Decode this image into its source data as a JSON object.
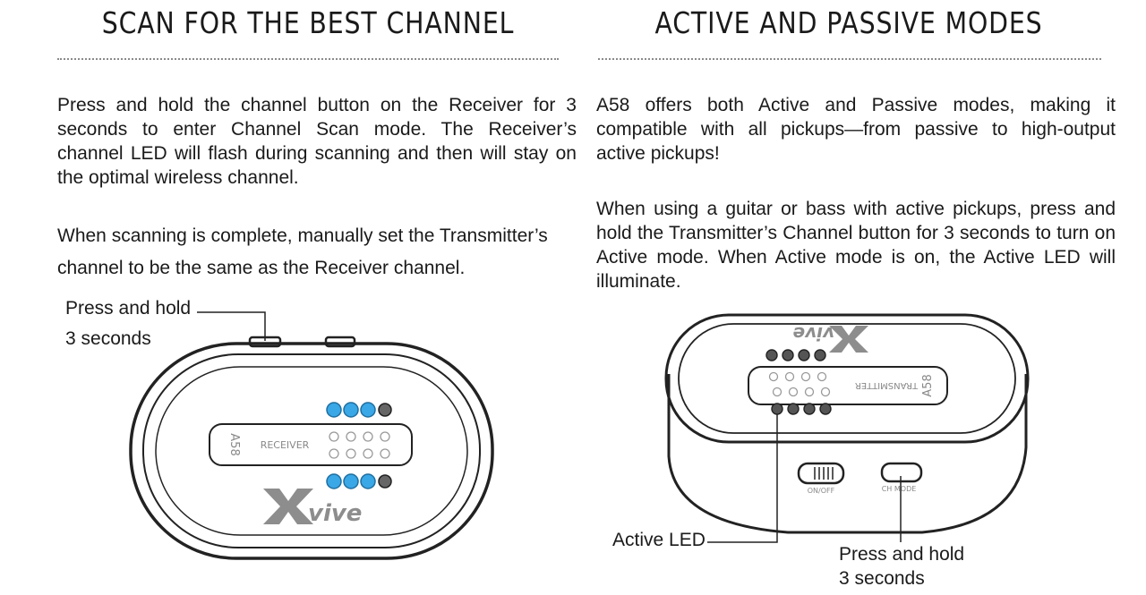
{
  "left": {
    "title": "SCAN FOR THE BEST CHANNEL",
    "paragraph1": "Press and hold the channel button on the Receiver for 3 seconds to enter Channel Scan mode. The Receiver’s channel LED will flash during scanning and then will stay on the optimal wireless channel.",
    "paragraph2": "When scanning is complete, manually set the Transmitter’s channel to be the same as the Receiver channel.",
    "callout_line1": "Press and hold",
    "callout_line2": "3 seconds",
    "device": {
      "model": "A58",
      "name": "RECEIVER",
      "brand": "vive"
    }
  },
  "right": {
    "title": "ACTIVE AND PASSIVE MODES",
    "paragraph1": "A58 offers both Active and Passive modes, making it compatible with all pickups—from passive to high-output active pickups!",
    "paragraph2": "When using a guitar or bass with active pickups, press and hold the Transmitter’s Channel button for 3 seconds to turn on Active mode. When Active mode is on, the Active LED will illuminate.",
    "callout_active": "Active LED",
    "callout_line1": "Press and hold",
    "callout_line2": "3 seconds",
    "device": {
      "model": "A58",
      "name": "TRANSMITTER",
      "brand": "vive",
      "switch_label": "ON/OFF",
      "button_label": "CH MODE"
    }
  },
  "colors": {
    "led_active": "#3aa7e6",
    "led_off": "#555555",
    "outline": "#222222"
  }
}
